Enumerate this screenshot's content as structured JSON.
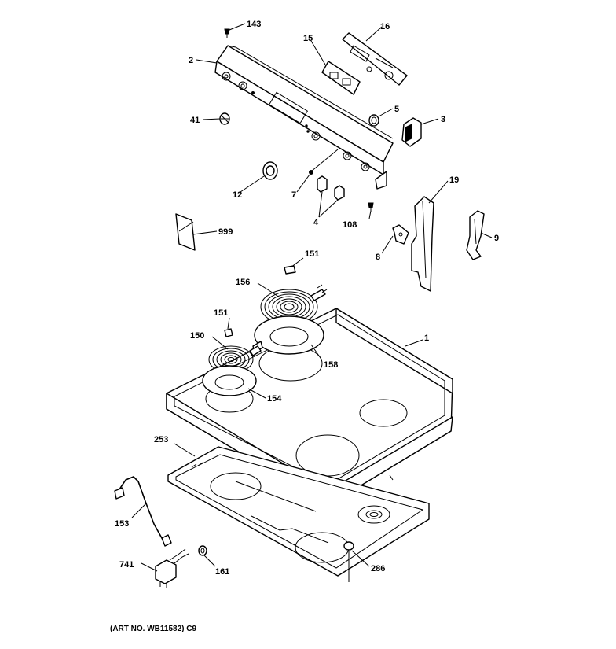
{
  "labels": {
    "p143": "143",
    "p16": "16",
    "p15": "15",
    "p2": "2",
    "p5": "5",
    "p3": "3",
    "p41": "41",
    "p12": "12",
    "p7": "7",
    "p4": "4",
    "p108": "108",
    "p19": "19",
    "p999": "999",
    "p9": "9",
    "p8": "8",
    "p151a": "151",
    "p156": "156",
    "p151b": "151",
    "p150": "150",
    "p1": "1",
    "p158": "158",
    "p154": "154",
    "p253": "253",
    "p153": "153",
    "p741": "741",
    "p161": "161",
    "p286": "286"
  },
  "caption": "(ART NO. WB11582) C9"
}
